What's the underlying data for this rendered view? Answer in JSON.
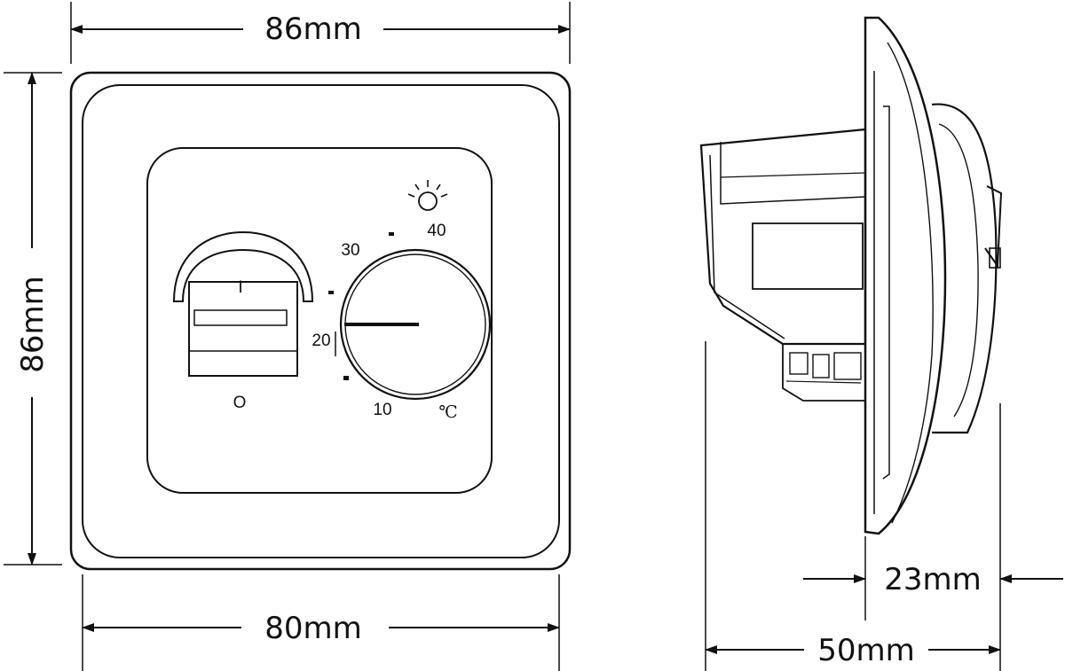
{
  "dimensions": {
    "front_width": "86mm",
    "front_height": "86mm",
    "inner_width": "80mm",
    "depth_front": "23mm",
    "depth_total": "50mm"
  },
  "dial": {
    "scale_labels": [
      "10",
      "20",
      "30",
      "40"
    ],
    "unit": "℃"
  },
  "switch": {
    "on_symbol": "I",
    "off_symbol": "O"
  },
  "icons": {
    "sun": "sun-icon"
  }
}
